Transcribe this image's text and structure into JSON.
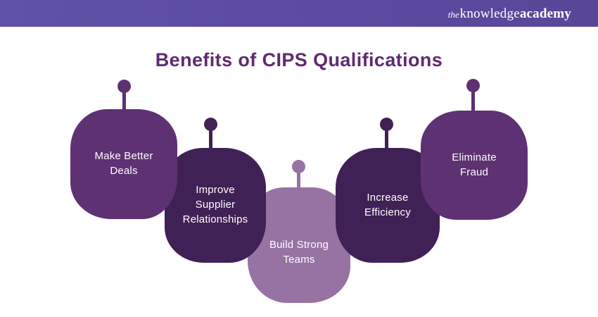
{
  "header": {
    "logo": {
      "the": "the",
      "knowledge": "knowledge",
      "academy": "academy"
    }
  },
  "title": "Benefits of CIPS Qualifications",
  "benefits": {
    "items": [
      {
        "label": "Make Better\nDeals",
        "tone": "medium"
      },
      {
        "label": "Improve\nSupplier\nRelationships",
        "tone": "dark"
      },
      {
        "label": "Build Strong\nTeams",
        "tone": "light"
      },
      {
        "label": "Increase\nEfficiency",
        "tone": "dark"
      },
      {
        "label": "Eliminate\nFraud",
        "tone": "medium"
      }
    ]
  },
  "colors": {
    "top_bar": "#5b4aa2",
    "title_text": "#5f2a72",
    "bubble_medium": "#5e3173",
    "bubble_dark": "#402155",
    "bubble_light": "#9673a3",
    "bubble_text": "#ffffff"
  }
}
